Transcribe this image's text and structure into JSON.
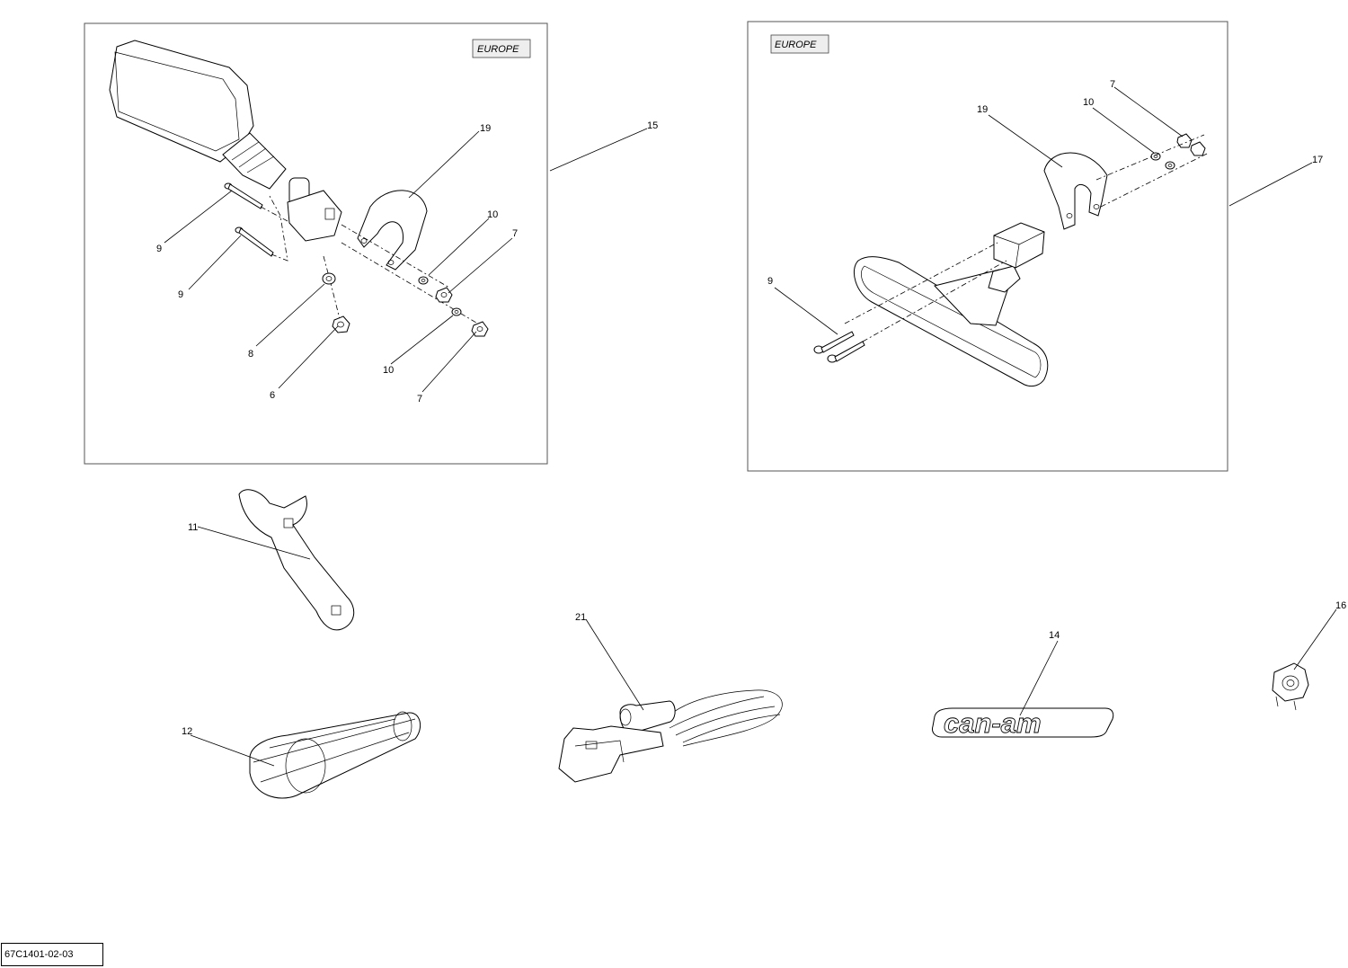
{
  "diagram": {
    "drawing_id": "67C1401-02-03",
    "region_tags": {
      "left": "EUROPE",
      "right": "EUROPE"
    },
    "callouts": {
      "c15": "15",
      "c19a": "19",
      "c10a": "10",
      "c7a": "7",
      "c9a": "9",
      "c9b": "9",
      "c8": "8",
      "c6": "6",
      "c10b": "10",
      "c7b": "7",
      "c7c": "7",
      "c10c": "10",
      "c19b": "19",
      "c17": "17",
      "c9c": "9",
      "c11": "11",
      "c12": "12",
      "c21": "21",
      "c14": "14",
      "c16": "16"
    },
    "logo_text": "can-am"
  }
}
